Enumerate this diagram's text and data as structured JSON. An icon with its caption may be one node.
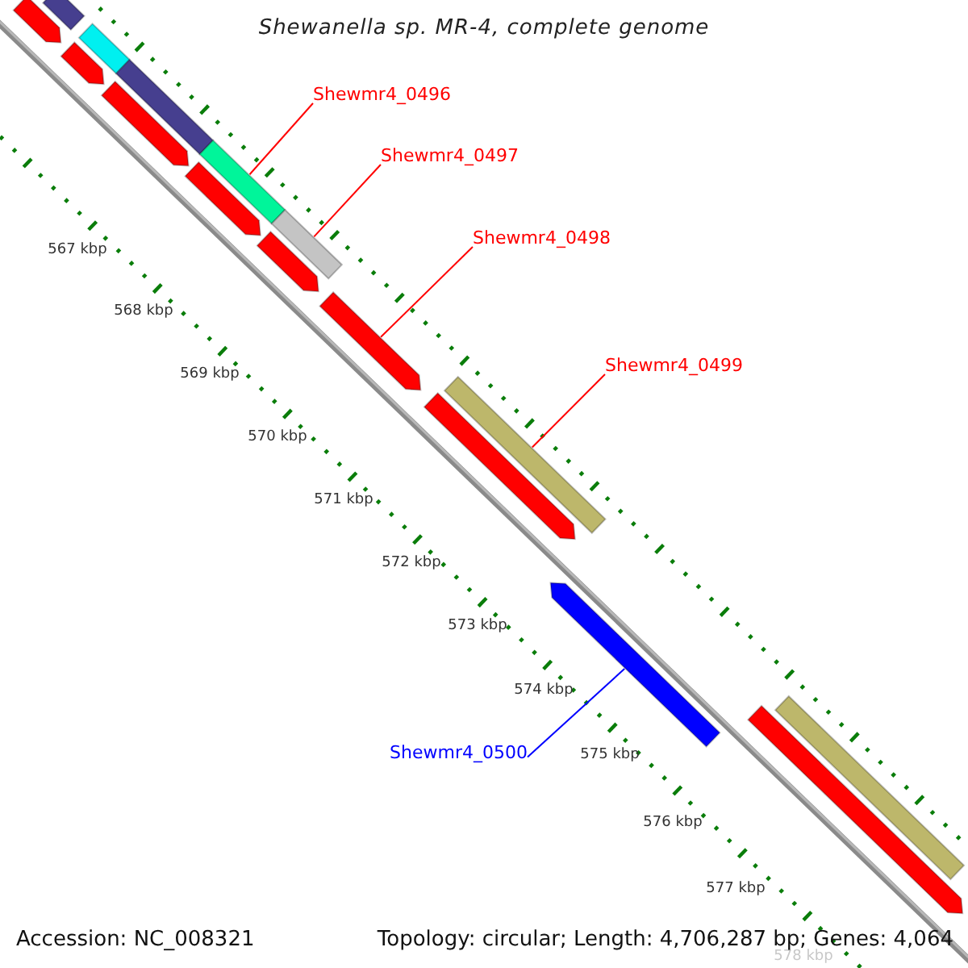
{
  "diagram": {
    "title": "Shewanella sp. MR-4, complete genome",
    "nodes": [
      {
        "text": [
          "Shewmr4_0496"
        ]
      },
      {
        "text": [
          "Shewmr4_0497"
        ]
      },
      {
        "text": [
          "Shewmr4_0498"
        ]
      },
      {
        "text": [
          "Shewmr4_0499"
        ]
      },
      {
        "text": [
          "Shewmr4_0500"
        ]
      },
      {
        "text": [],
        "shape": "bar"
      },
      {
        "text": [],
        "shape": "arrow"
      },
      {
        "text": [],
        "shape": "bar"
      },
      {
        "text": [],
        "shape": "arrow"
      },
      {
        "text": [],
        "shape": "bar"
      },
      {
        "text": [],
        "shape": "arrow"
      },
      {
        "text": [],
        "shape": "bar"
      },
      {
        "text": [],
        "shape": "arrow"
      },
      {
        "text": [],
        "shape": "bar"
      },
      {
        "text": [],
        "shape": "arrow"
      },
      {
        "text": [],
        "shape": "arrow"
      },
      {
        "text": [],
        "shape": "arrow"
      },
      {
        "text": [],
        "shape": "bar"
      },
      {
        "text": [],
        "shape": "arrow"
      },
      {
        "text": [],
        "shape": "arrow"
      },
      {
        "text": [],
        "shape": "bar"
      }
    ],
    "edges": [
      {
        "from": 0,
        "to": 11,
        "arrow": "none"
      },
      {
        "from": 1,
        "to": 13,
        "arrow": "none"
      },
      {
        "from": 2,
        "to": 15,
        "arrow": "none"
      },
      {
        "from": 3,
        "to": 17,
        "arrow": "none"
      },
      {
        "from": 4,
        "to": 18,
        "arrow": "none",
        "color": "#0000ff"
      }
    ],
    "labels": [
      "567 kbp",
      "568 kbp",
      "569 kbp",
      "570 kbp",
      "571 kbp",
      "572 kbp",
      "573 kbp",
      "574 kbp",
      "575 kbp",
      "576 kbp",
      "577 kbp",
      "578 kbp",
      "Accession: NC_008321",
      "Topology: circular; Length: 4,706,287 bp; Genes: 4,064"
    ]
  }
}
